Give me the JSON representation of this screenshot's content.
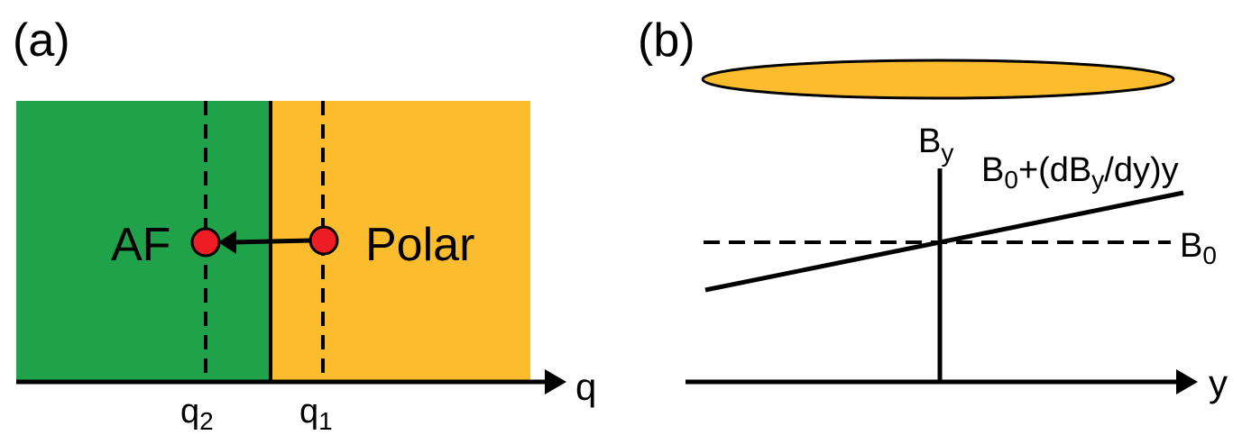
{
  "panel_a": {
    "label": "(a)",
    "left_region": "AF",
    "right_region": "Polar",
    "axis_label": "q",
    "marker_left": {
      "base": "q",
      "sub": "2"
    },
    "marker_right": {
      "base": "q",
      "sub": "1"
    },
    "colors": {
      "af": "#1fa24a",
      "polar": "#fbbd2e",
      "point": "#ee1c24"
    }
  },
  "panel_b": {
    "label": "(b)",
    "v_axis": {
      "base": "B",
      "sub": "y"
    },
    "h_axis_label": "y",
    "line_label": {
      "b": "B",
      "b_sub": "0",
      "mid": "+(dB",
      "y_sub": "y",
      "tail": "/dy)y"
    },
    "dashed_label": {
      "base": "B",
      "sub": "0"
    },
    "colors": {
      "disk": "#fbbd2e"
    }
  }
}
